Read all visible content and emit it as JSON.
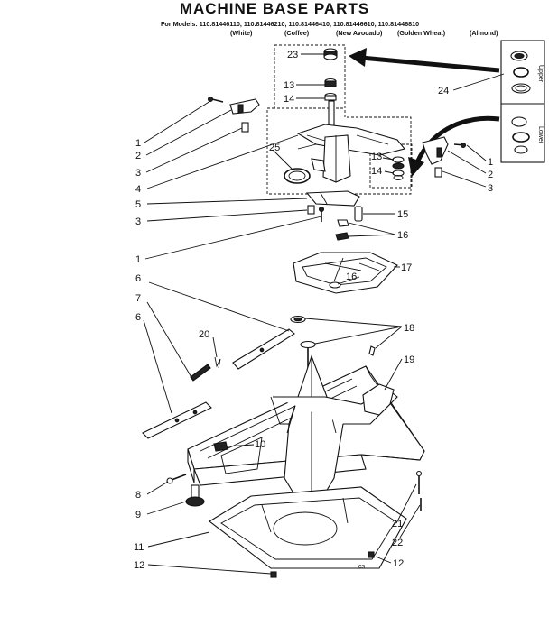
{
  "header": {
    "title": "MACHINE BASE PARTS",
    "models_line": "For Models: 110.81446110, 110.81446210, 110.81446410, 110.81446610, 110.81446810",
    "colors": [
      "(White)",
      "(Coffee)",
      "(New Avocado)",
      "(Golden Wheat)",
      "(Almond)"
    ]
  },
  "insets": {
    "upper": "Upper",
    "lower": "Lower"
  },
  "callouts": {
    "c23": "23",
    "c13a": "13",
    "c14a": "14",
    "c25": "25",
    "c13b": "13",
    "c14b": "14",
    "c24": "24",
    "c1a": "1",
    "c2a": "2",
    "c3a": "3",
    "c4": "4",
    "c5": "5",
    "c3b": "3",
    "c1b": "1",
    "c1c": "1",
    "c2b": "2",
    "c3c": "3",
    "c15": "15",
    "c16a": "16",
    "c16b": "16",
    "c17": "17",
    "c6a": "6",
    "c7": "7",
    "c6b": "6",
    "c20": "20",
    "c18": "18",
    "c19": "19",
    "c10": "10",
    "c8": "8",
    "c9": "9",
    "c11": "11",
    "c12a": "12",
    "c12b": "12",
    "c21": "21",
    "c22": "22"
  },
  "misc": {
    "cs": "cs"
  }
}
